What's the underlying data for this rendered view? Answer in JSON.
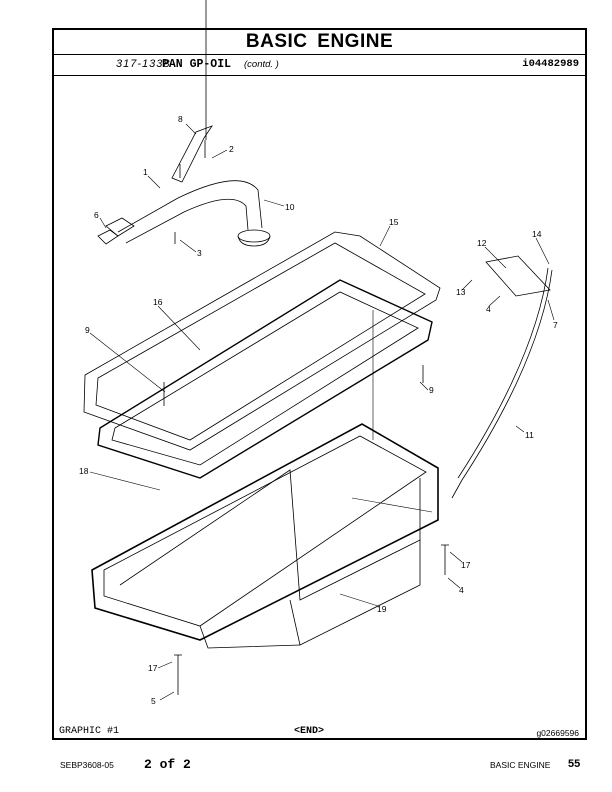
{
  "header": {
    "title": "BASIC ENGINE",
    "part_number": "317-1338",
    "part_name": "PAN GP-OIL",
    "contd": "(contd. )",
    "illustration_id": "i04482989"
  },
  "drawing": {
    "callouts": [
      "8",
      "2",
      "1",
      "10",
      "6",
      "3",
      "15",
      "12",
      "14",
      "13",
      "4",
      "7",
      "16",
      "9",
      "9",
      "11",
      "18",
      "17",
      "4",
      "19",
      "17",
      "5"
    ]
  },
  "graphic_footer": {
    "graphic_label": "GRAPHIC #1",
    "end_label": "<END>",
    "graphic_id": "g02669596"
  },
  "page_footer": {
    "doc_id": "SEBP3608-05",
    "page_of": "2 of 2",
    "section": "BASIC ENGINE",
    "page_number": "55"
  }
}
